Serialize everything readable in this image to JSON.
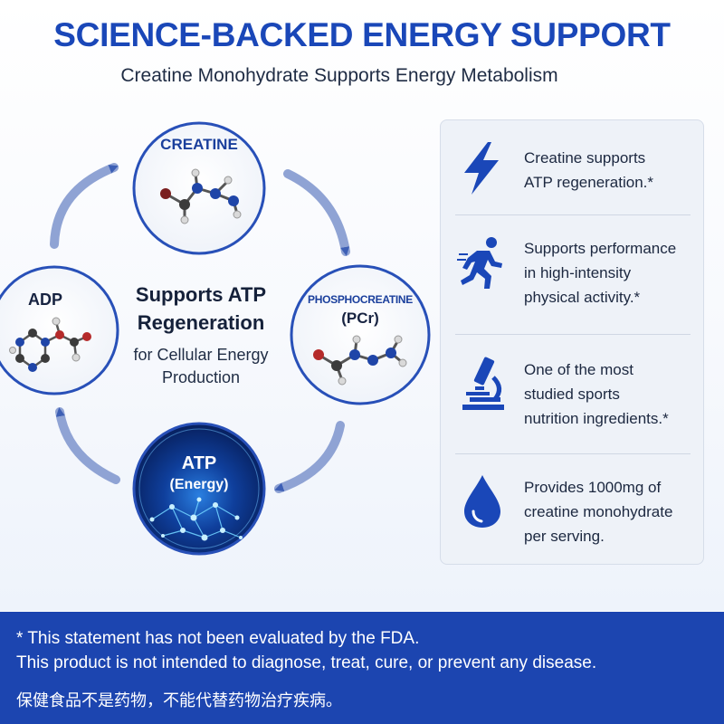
{
  "header": {
    "title": "SCIENCE-BACKED ENERGY SUPPORT",
    "subtitle": "Creatine Monohydrate Supports Energy Metabolism"
  },
  "cycle": {
    "center_title_1": "Supports ATP",
    "center_title_2": "Regeneration",
    "center_sub_1": "for Cellular Energy",
    "center_sub_2": "Production",
    "nodes": {
      "creatine": "CREATINE",
      "adp": "ADP",
      "pcr_line1": "PHOSPHOCREATINE",
      "pcr_line2": "(PCr)",
      "atp_line1": "ATP",
      "atp_line2": "(Energy)"
    }
  },
  "benefits": [
    {
      "icon": "lightning-bolt-icon",
      "lines": [
        "Creatine supports",
        "ATP regeneration.*"
      ]
    },
    {
      "icon": "running-person-icon",
      "lines": [
        "Supports performance",
        "in high-intensity",
        "physical activity.*"
      ]
    },
    {
      "icon": "microscope-icon",
      "lines": [
        "One of the most",
        "studied sports",
        "nutrition ingredients.*"
      ]
    },
    {
      "icon": "water-drop-icon",
      "lines": [
        "Provides 1000mg of",
        "creatine monohydrate",
        "per serving."
      ]
    }
  ],
  "footer": {
    "line1": "* This statement has not been evaluated by the FDA.",
    "line2": "This product is not intended to diagnose, treat, cure, or prevent any disease.",
    "line3": "保健食品不是药物，不能代替药物治疗疾病。"
  },
  "colors": {
    "brand_blue": "#1a47b8",
    "footer_blue": "#1c45b0",
    "node_border": "#2850b8",
    "atp_glow": "#3aa8ff"
  }
}
